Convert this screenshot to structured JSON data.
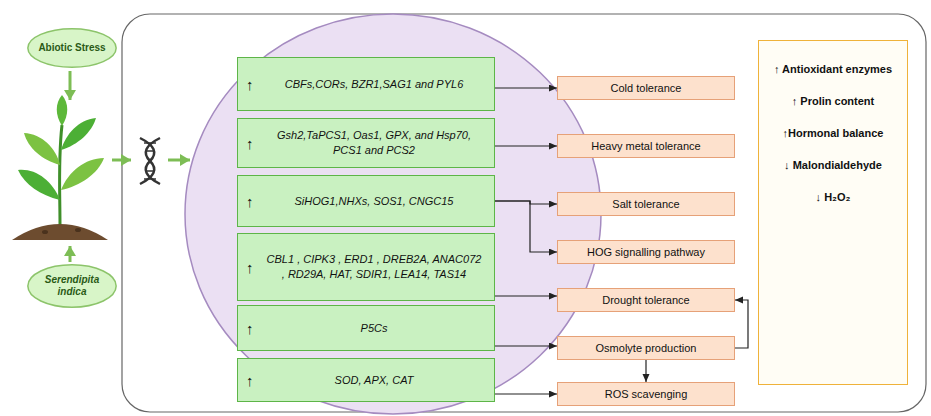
{
  "diagram": {
    "nodes": [
      {
        "text": [
          "Abiotic Stress"
        ]
      },
      {
        "text": [
          "Serendipita indica"
        ]
      },
      {
        "text": [
          "↑",
          "CBFs,CORs, BZR1,SAG1 and PYL6"
        ]
      },
      {
        "text": [
          "↑",
          "Gsh2,TaPCS1, Oas1, GPX, and Hsp70, PCS1 and PCS2"
        ]
      },
      {
        "text": [
          "↑",
          "SiHOG1,NHXs, SOS1, CNGC15"
        ]
      },
      {
        "text": [
          "↑",
          "CBL1 , CIPK3 , ERD1 , DREB2A, ANAC072 , RD29A, HAT, SDIR1, LEA14, TAS14"
        ]
      },
      {
        "text": [
          "↑",
          "P5Cs"
        ]
      },
      {
        "text": [
          "↑",
          "SOD, APX, CAT"
        ]
      },
      {
        "text": [
          "Cold tolerance"
        ]
      },
      {
        "text": [
          "Heavy metal tolerance"
        ]
      },
      {
        "text": [
          "Salt tolerance"
        ]
      },
      {
        "text": [
          "HOG signalling pathway"
        ]
      },
      {
        "text": [
          "Drought tolerance"
        ]
      },
      {
        "text": [
          "Osmolyte production"
        ]
      },
      {
        "text": [
          "ROS scavenging"
        ]
      },
      {
        "text": [
          "↑ Antioxidant enzymes",
          "↑ Prolin content",
          "↑Hormonal balance",
          "↓ Malondialdehyde",
          "↓ H₂O₂"
        ]
      }
    ],
    "edges": [
      {
        "from": 2,
        "to": 8,
        "arrow": "to"
      },
      {
        "from": 3,
        "to": 9,
        "arrow": "to"
      },
      {
        "from": 4,
        "to": 10,
        "arrow": "to"
      },
      {
        "from": 4,
        "to": 11,
        "arrow": "to"
      },
      {
        "from": 5,
        "to": 12,
        "arrow": "to"
      },
      {
        "from": 6,
        "to": 13,
        "arrow": "to"
      },
      {
        "from": 7,
        "to": 14,
        "arrow": "to"
      },
      {
        "from": 13,
        "to": 12,
        "arrow": "to"
      },
      {
        "from": 13,
        "to": 14,
        "arrow": "to"
      }
    ]
  }
}
